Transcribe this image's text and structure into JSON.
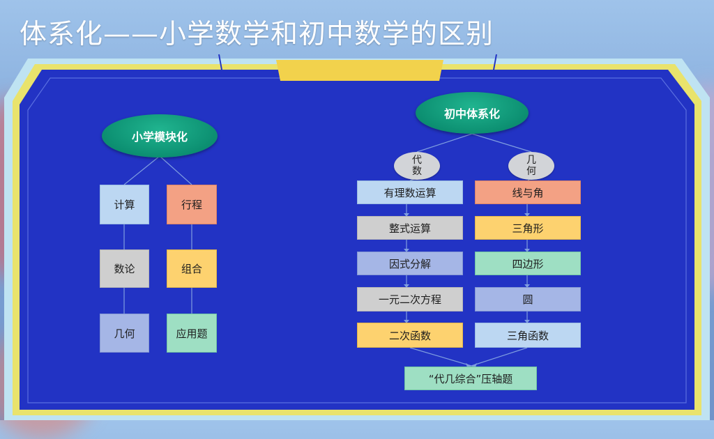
{
  "title": "体系化——小学数学和初中数学的区别",
  "primary": {
    "header": "小学模块化",
    "col1": [
      "计算",
      "数论",
      "几何"
    ],
    "col2": [
      "行程",
      "组合",
      "应用题"
    ]
  },
  "middle": {
    "header": "初中体系化",
    "algebra_label": "代\n数",
    "geometry_label": "几\n何",
    "algebra": [
      "有理数运算",
      "整式运算",
      "因式分解",
      "一元二次方程",
      "二次函数"
    ],
    "geometry": [
      "线与角",
      "三角形",
      "四边形",
      "圆",
      "三角函数"
    ],
    "final": "“代几综合”压轴题"
  },
  "colors": {
    "panel": "#2233c4",
    "frame_outer": "#bfe3f2",
    "frame_yellow": "#e9e36c",
    "tab": "#f2d24c",
    "header_green": "#0c8f71",
    "connector": "#7f9ee0"
  }
}
